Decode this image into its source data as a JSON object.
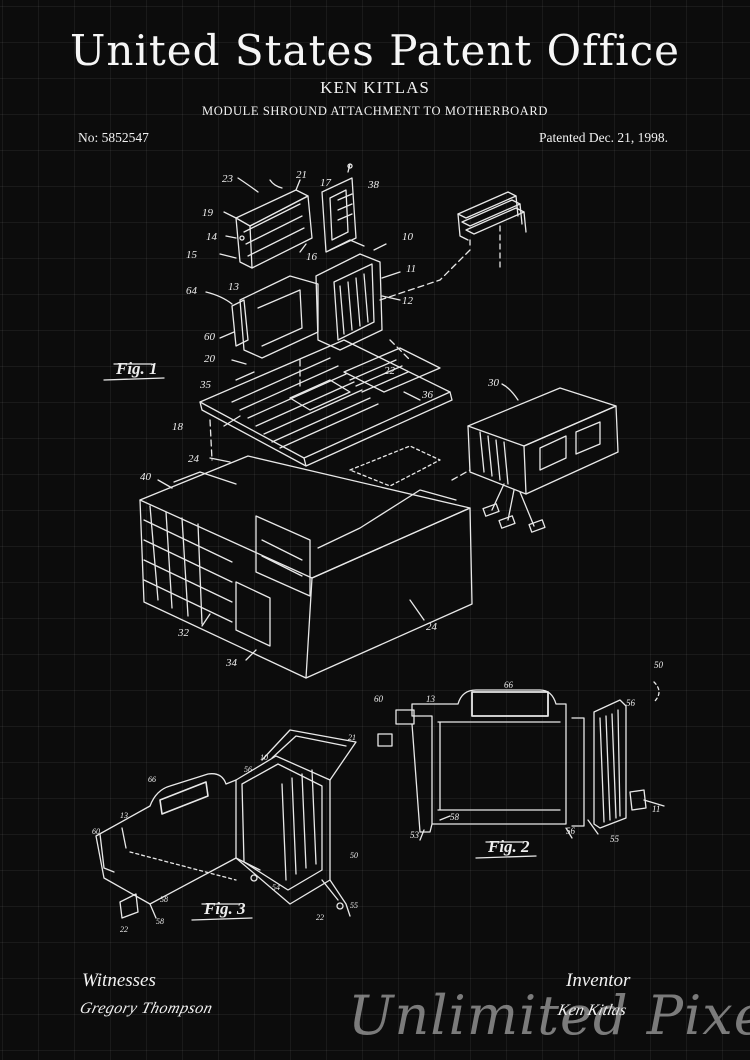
{
  "header": {
    "title": "United States Patent Office",
    "inventor": "KEN KITLAS",
    "subtitle": "MODULE SHROUND ATTACHMENT TO MOTHERBOARD",
    "number": "No: 5852547",
    "date": "Patented Dec. 21, 1998."
  },
  "figures": {
    "fig1": "Fig. 1",
    "fig2": "Fig. 2",
    "fig3": "Fig. 3"
  },
  "labels": {
    "fig1": [
      "23",
      "21",
      "17",
      "38",
      "19",
      "14",
      "15",
      "16",
      "10",
      "11",
      "12",
      "64",
      "13",
      "60",
      "20",
      "22",
      "35",
      "36",
      "18",
      "30",
      "24",
      "40",
      "32",
      "34",
      "24"
    ],
    "fig2": [
      "50",
      "60",
      "13",
      "66",
      "56",
      "53",
      "58",
      "56",
      "55",
      "11"
    ],
    "fig3": [
      "21",
      "10",
      "66",
      "56",
      "13",
      "60",
      "50",
      "58",
      "22",
      "58",
      "54",
      "22",
      "55"
    ]
  },
  "footer": {
    "witnesses_heading": "Witnesses",
    "witness_name": "Gregory Thompson",
    "inventor_heading": "Inventor",
    "inventor_signature": "Ken Kitlas"
  },
  "watermark": "Unlimited Pixel",
  "colors": {
    "background": "#0c0c0c",
    "ink": "#f2f2f2"
  }
}
